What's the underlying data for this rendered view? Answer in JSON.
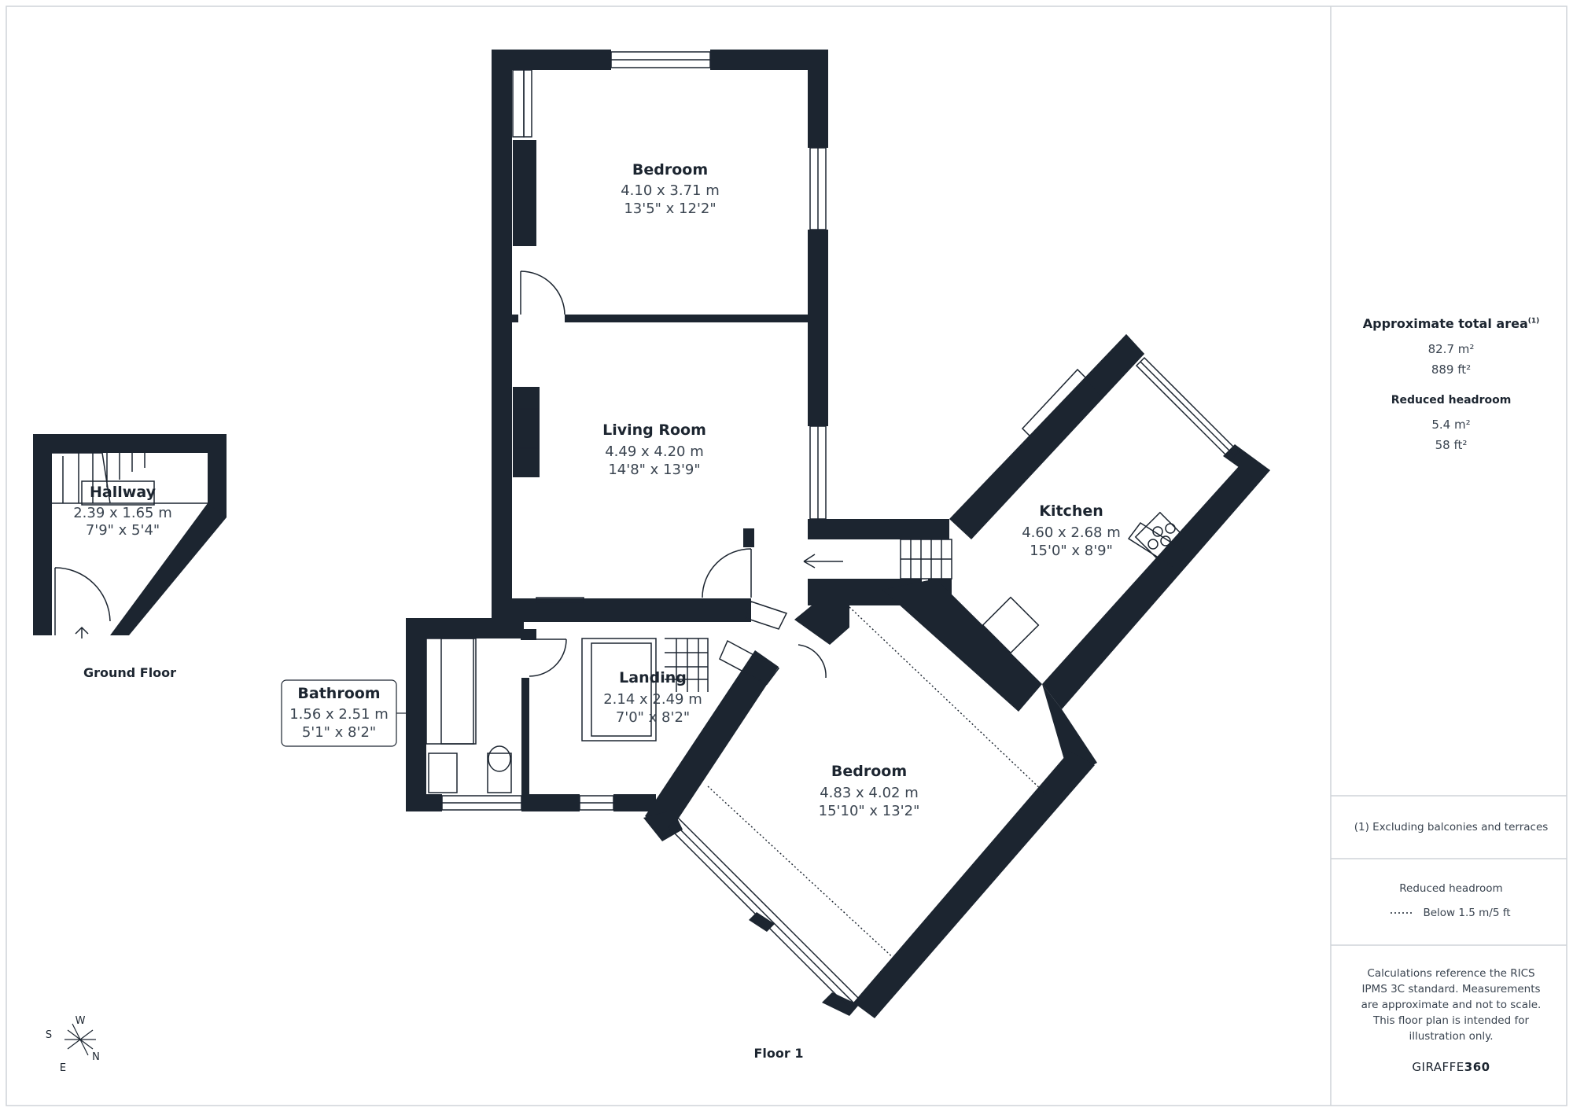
{
  "rooms": {
    "bedroom_top": {
      "name": "Bedroom",
      "metric": "4.10 x 3.71 m",
      "imperial": "13'5\" x 12'2\""
    },
    "living_room": {
      "name": "Living Room",
      "metric": "4.49 x 4.20 m",
      "imperial": "14'8\" x 13'9\""
    },
    "kitchen": {
      "name": "Kitchen",
      "metric": "4.60 x 2.68 m",
      "imperial": "15'0\" x 8'9\""
    },
    "landing": {
      "name": "Landing",
      "metric": "2.14 x 2.49 m",
      "imperial": "7'0\" x 8'2\""
    },
    "bathroom": {
      "name": "Bathroom",
      "metric": "1.56 x 2.51 m",
      "imperial": "5'1\" x 8'2\""
    },
    "bedroom_bottom": {
      "name": "Bedroom",
      "metric": "4.83 x 4.02 m",
      "imperial": "15'10\" x 13'2\""
    },
    "hallway": {
      "name": "Hallway",
      "metric": "2.39 x 1.65 m",
      "imperial": "7'9\" x 5'4\""
    }
  },
  "floors": {
    "ground": "Ground Floor",
    "first": "Floor 1"
  },
  "compass": {
    "w": "W",
    "s": "S",
    "n": "N",
    "e": "E"
  },
  "sidebar": {
    "total_area_title": "Approximate total area",
    "total_area_mark": "(1)",
    "total_m2": "82.7 m²",
    "total_ft2": "889 ft²",
    "reduced_title": "Reduced headroom",
    "reduced_m2": "5.4 m²",
    "reduced_ft2": "58 ft²",
    "footnote": "(1) Excluding balconies and terraces",
    "legend_title": "Reduced headroom",
    "legend_item": "Below 1.5 m/5 ft",
    "disclaimer": "Calculations reference the RICS IPMS 3C standard. Measurements are approximate and not to scale. This floor plan is intended for illustration only.",
    "brand_a": "GIRAFFE",
    "brand_b": "360"
  },
  "colors": {
    "wall": "#1c2530",
    "text": "#1c2530",
    "muted": "#3a4450",
    "border": "#cfd3d8"
  }
}
